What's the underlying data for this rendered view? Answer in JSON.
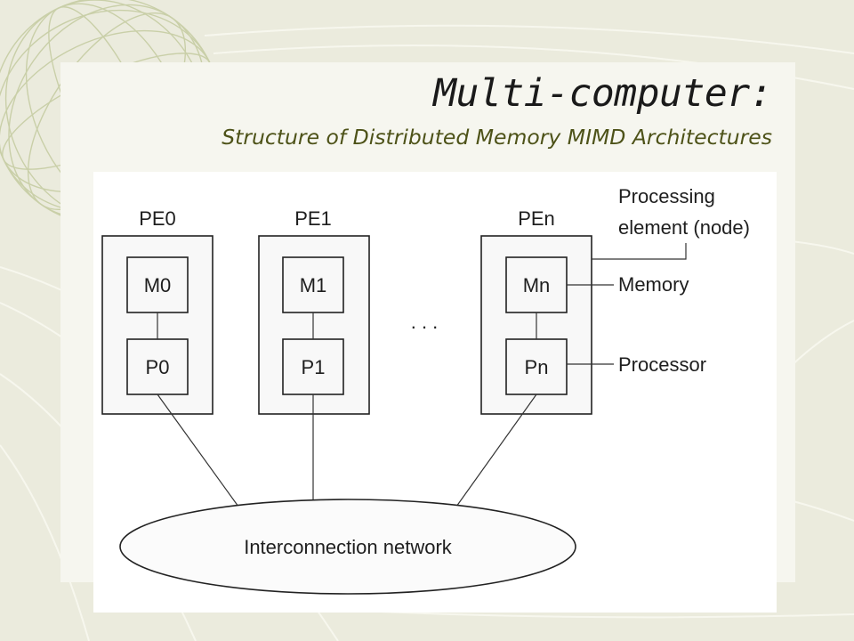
{
  "slide": {
    "title": "Multi-computer:",
    "subtitle": "Structure of Distributed Memory MIMD Architectures",
    "colors": {
      "background": "#ebebdd",
      "panel": "#f6f6ef",
      "subtitle": "#4d5218"
    }
  },
  "diagram": {
    "nodes": [
      {
        "name": "PE0",
        "memory": "M0",
        "processor": "P0"
      },
      {
        "name": "PE1",
        "memory": "M1",
        "processor": "P1"
      },
      {
        "name": "PEn",
        "memory": "Mn",
        "processor": "Pn"
      }
    ],
    "ellipsis": ". . .",
    "network_label": "Interconnection network",
    "callouts": {
      "node_line1": "Processing",
      "node_line2": "element (node)",
      "memory": "Memory",
      "processor": "Processor"
    }
  }
}
